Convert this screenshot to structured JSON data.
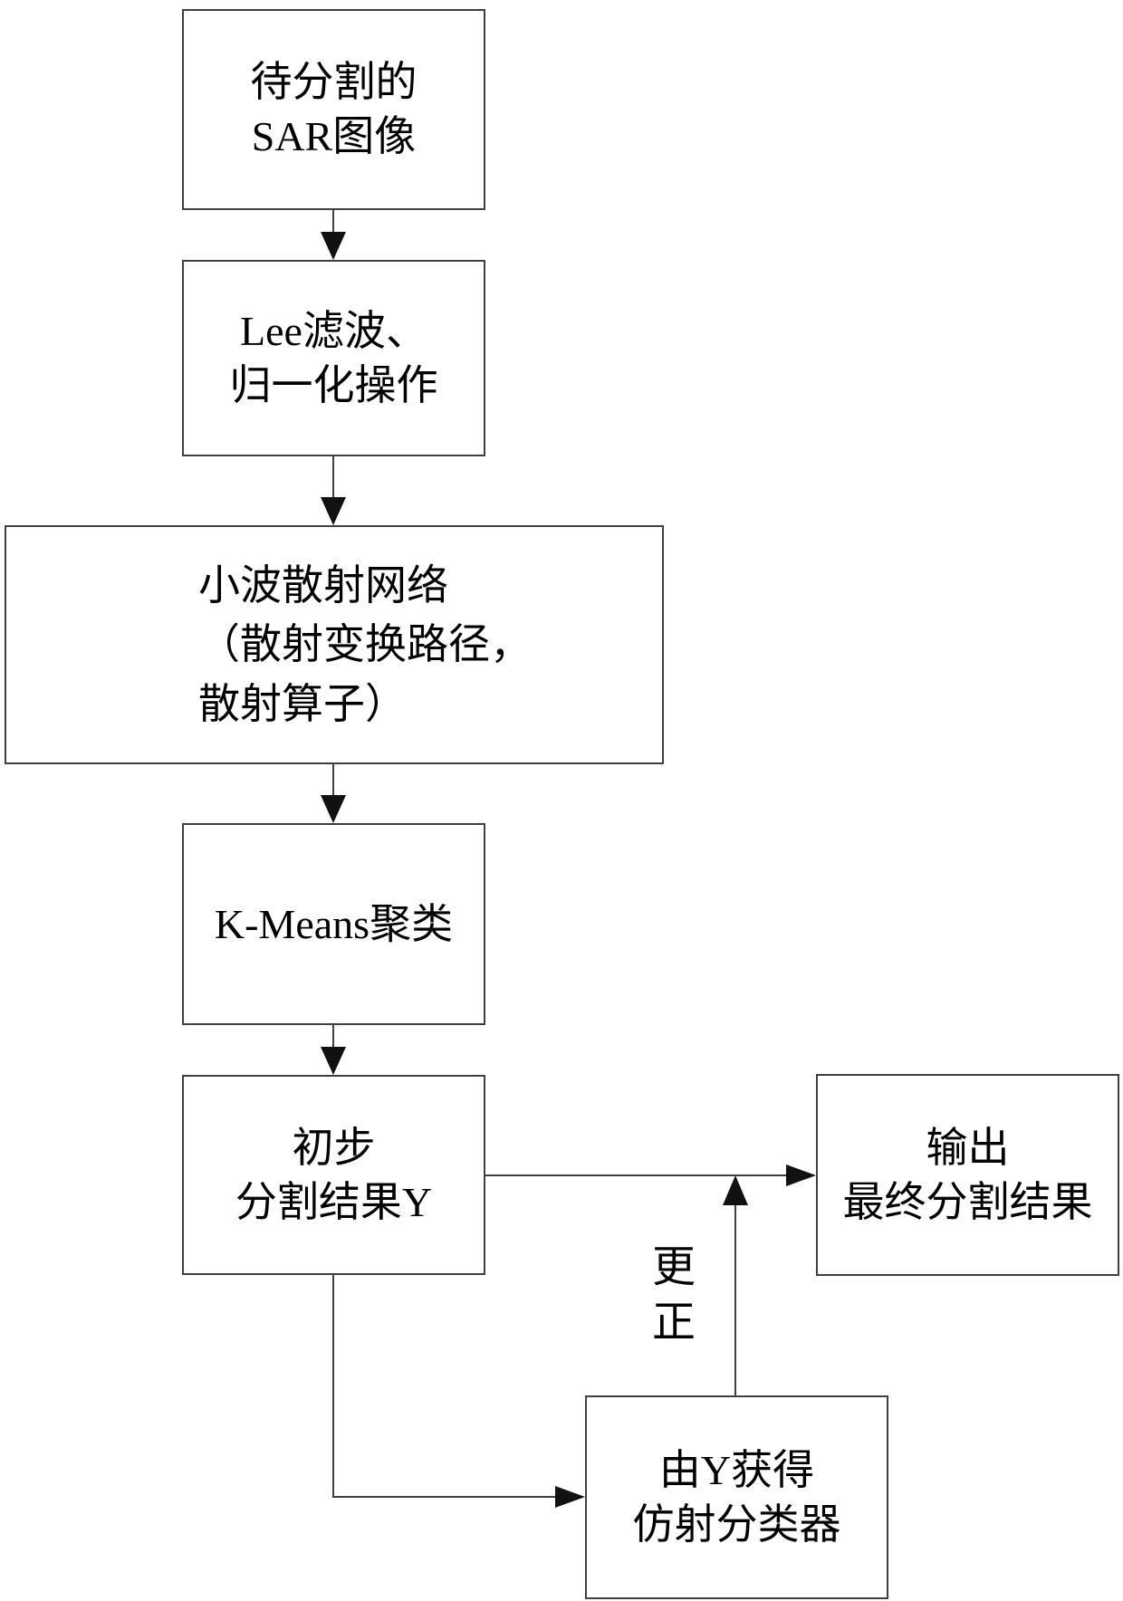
{
  "colors": {
    "background": "#ffffff",
    "box_border": "#3f3f3f",
    "arrow": "#111111",
    "text": "#000000"
  },
  "nodes": {
    "sar": {
      "line1": "待分割的",
      "line2": "SAR图像"
    },
    "lee": {
      "line1": "Lee滤波、",
      "line2": "归一化操作"
    },
    "wavelet": {
      "line1": "小波散射网络",
      "line2": "（散射变换路径，",
      "line3": "散射算子）"
    },
    "kmeans": {
      "line1": "K-Means聚类"
    },
    "initial": {
      "line1": "初步",
      "line2": "分割结果Y"
    },
    "output": {
      "line1": "输出",
      "line2": "最终分割结果"
    },
    "affine": {
      "line1": "由Y获得",
      "line2": "仿射分类器"
    }
  },
  "labels": {
    "correction_char1": "更",
    "correction_char2": "正"
  }
}
